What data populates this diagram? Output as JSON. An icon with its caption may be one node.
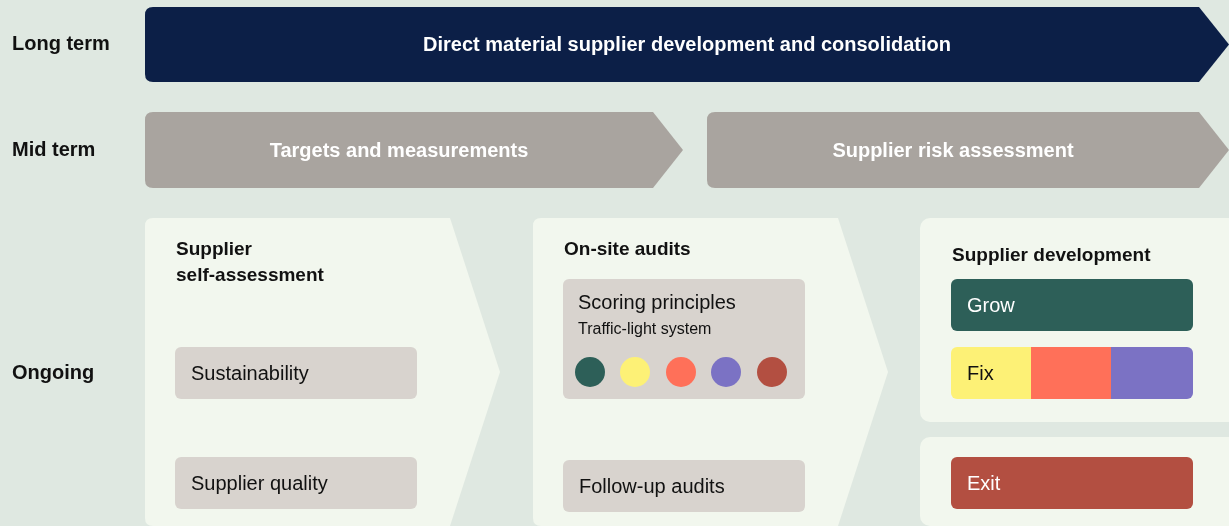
{
  "diagram": {
    "nodes": [
      {
        "text": [
          "Direct material supplier development and consolidation"
        ]
      },
      {
        "text": [
          "Targets and measurements"
        ]
      },
      {
        "text": [
          "Supplier risk assessment"
        ]
      },
      {
        "text": [
          "Supplier self-assessment"
        ]
      },
      {
        "text": [
          "Sustainability"
        ],
        "in": 3
      },
      {
        "text": [
          "Supplier quality"
        ],
        "in": 3
      },
      {
        "text": [
          "On-site audits"
        ]
      },
      {
        "text": [
          "Scoring principles",
          "Traffic-light system"
        ],
        "in": 6
      },
      {
        "text": [],
        "shape": "circle",
        "in": 7
      },
      {
        "text": [],
        "shape": "circle",
        "in": 7
      },
      {
        "text": [],
        "shape": "circle",
        "in": 7
      },
      {
        "text": [],
        "shape": "circle",
        "in": 7
      },
      {
        "text": [],
        "shape": "circle",
        "in": 7
      },
      {
        "text": [
          "Follow-up audits"
        ],
        "in": 6
      },
      {
        "text": [
          "Supplier development"
        ]
      },
      {
        "text": [
          "Grow"
        ],
        "in": 14
      },
      {
        "text": [
          "Fix"
        ],
        "in": 14
      },
      {
        "text": [],
        "shape": "bar",
        "in": 14
      },
      {
        "text": [],
        "shape": "bar",
        "in": 14
      },
      {
        "text": [],
        "shape": "box"
      },
      {
        "text": [
          "Exit"
        ],
        "in": 19
      }
    ],
    "edges": [],
    "labels": [
      "Long term",
      "Mid term",
      "Ongoing"
    ]
  }
}
